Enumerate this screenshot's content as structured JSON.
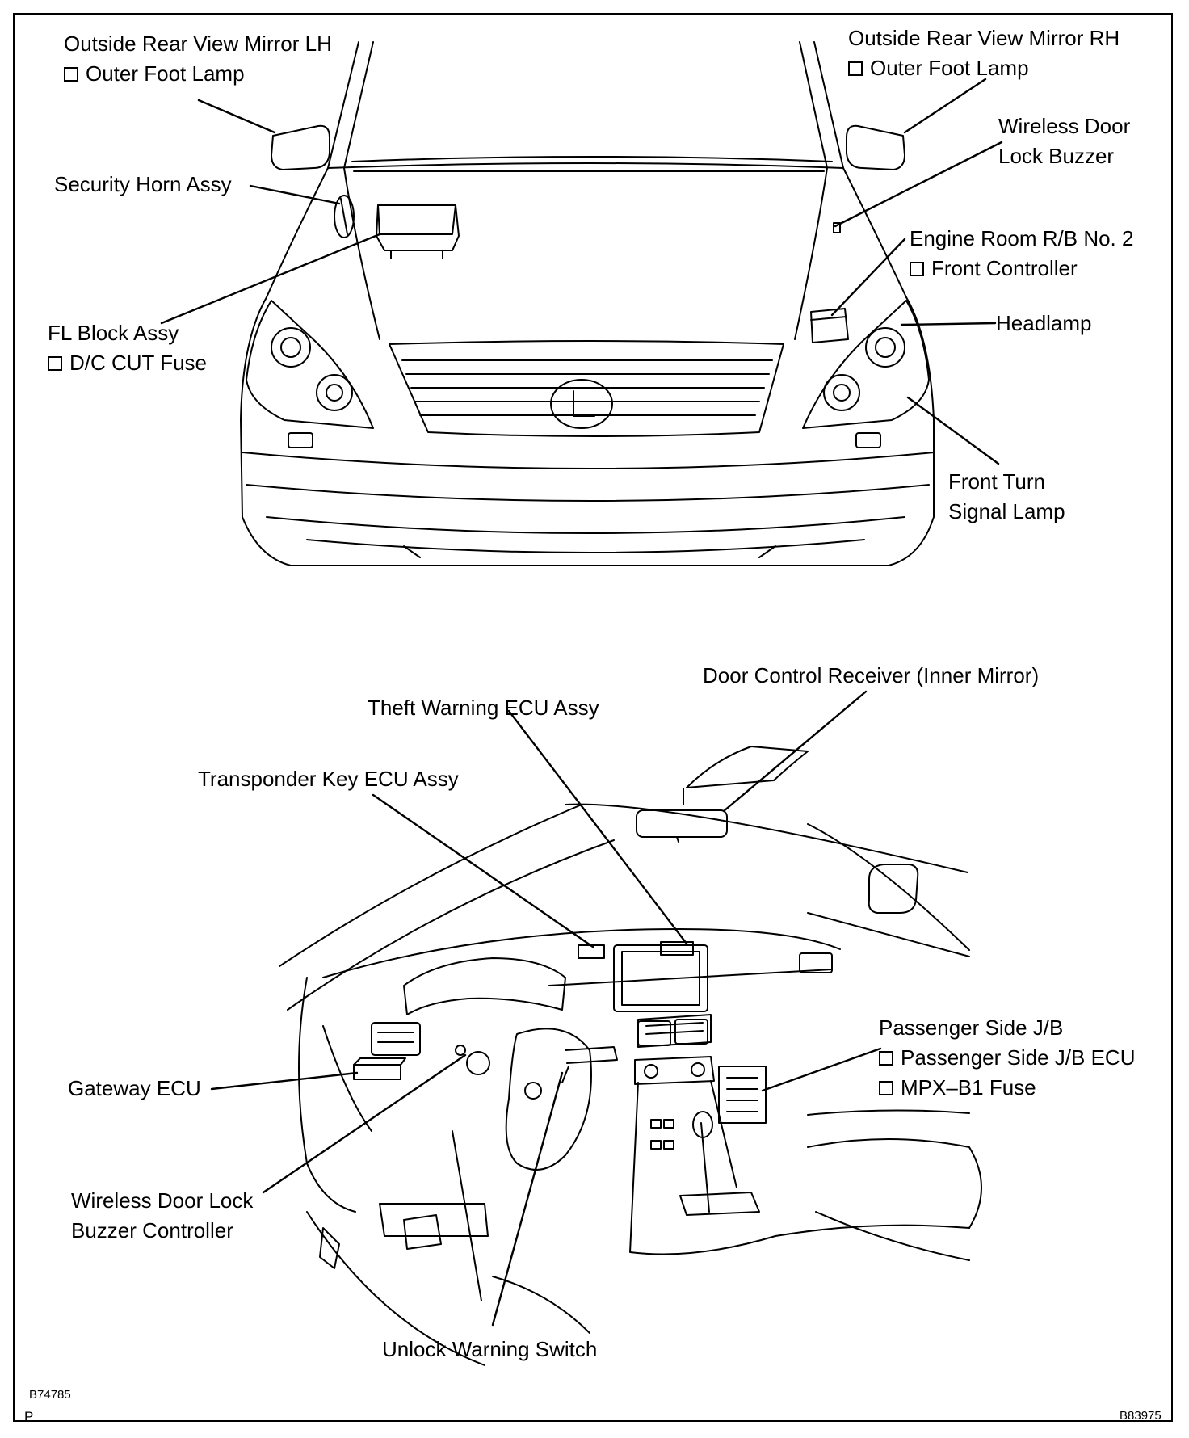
{
  "upper_view": {
    "mirror_lh": {
      "title": "Outside Rear View Mirror LH",
      "sub": "Outer Foot Lamp"
    },
    "mirror_rh": {
      "title": "Outside Rear View Mirror RH",
      "sub": "Outer Foot Lamp"
    },
    "security_horn": "Security Horn Assy",
    "wireless_buzzer": {
      "line1": "Wireless Door",
      "line2": "Lock Buzzer"
    },
    "engine_rb2": {
      "title": "Engine Room R/B No. 2",
      "sub": "Front Controller"
    },
    "headlamp": "Headlamp",
    "fl_block": {
      "title": "FL Block Assy",
      "sub": "D/C CUT Fuse"
    },
    "turn_signal": {
      "line1": "Front Turn",
      "line2": "Signal Lamp"
    },
    "figure_code": "B74785"
  },
  "lower_view": {
    "door_receiver": "Door Control Receiver (Inner Mirror)",
    "theft_ecu": "Theft Warning ECU Assy",
    "transponder_ecu": "Transponder Key ECU Assy",
    "passenger_jb": {
      "title": "Passenger Side J/B",
      "sub1": "Passenger Side J/B ECU",
      "sub2": "MPX–B1 Fuse"
    },
    "gateway_ecu": "Gateway ECU",
    "buzzer_controller": {
      "line1": "Wireless Door Lock",
      "line2": "Buzzer Controller"
    },
    "unlock_switch": "Unlock Warning Switch",
    "figure_code": "B83975"
  },
  "page_mark": "P"
}
